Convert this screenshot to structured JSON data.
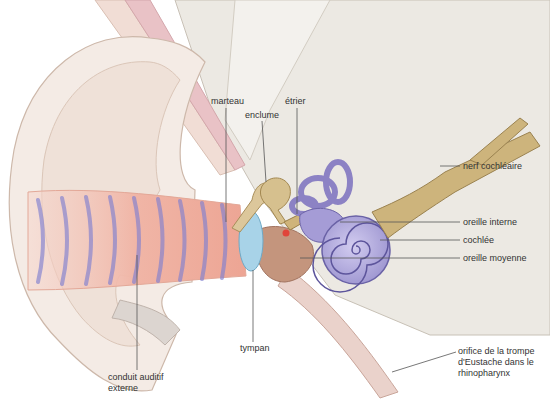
{
  "diagram": {
    "labels": [
      "marteau",
      "étrier",
      "enclume",
      "nerf cochléaire",
      "oreille interne",
      "cochlée",
      "oreille moyenne",
      "tympan",
      "orifice de la trompe d'Eustache dans le rhinopharynx",
      "conduit auditif externe"
    ]
  }
}
